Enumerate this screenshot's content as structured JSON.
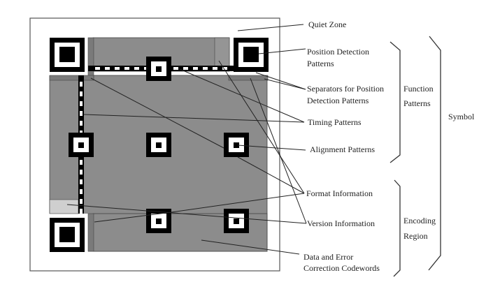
{
  "title": "QR Code Symbol Structure",
  "colors": {
    "background": "#ffffff",
    "data_region": "#8c8c8c",
    "separator_dark": "#7a7a7a",
    "version_info": "#959595",
    "format_info_light": "#cfcfcf",
    "module_dark": "#000000",
    "module_light": "#ffffff",
    "line": "#222222"
  },
  "labels": {
    "quiet_zone": "Quiet Zone",
    "position_detection_1": "Position Detection",
    "position_detection_2": "Patterns",
    "separators_1": "Separators for Position",
    "separators_2": "Detection Patterns",
    "timing": "Timing Patterns",
    "alignment": "Alignment Patterns",
    "format": "Format Information",
    "version": "Version Information",
    "data_1": "Data and Error",
    "data_2": "Correction Codewords"
  },
  "groups": {
    "function_1": "Function",
    "function_2": "Patterns",
    "encoding_1": "Encoding",
    "encoding_2": "Region",
    "symbol": "Symbol"
  }
}
